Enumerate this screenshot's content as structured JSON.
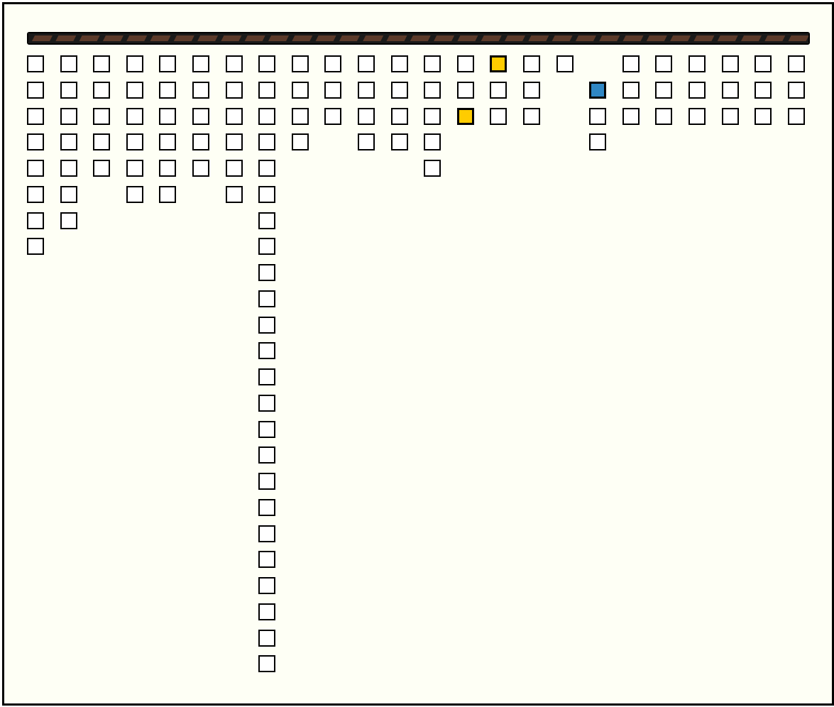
{
  "board": {
    "background_color": "#fefff5",
    "rail_color": "#5c3a2a",
    "column_heights": [
      8,
      7,
      5,
      6,
      6,
      5,
      6,
      24,
      4,
      3,
      4,
      4,
      5,
      3,
      3,
      3,
      1,
      3,
      3,
      3,
      3,
      3,
      3,
      3
    ],
    "highlighted_cells": [
      {
        "column": 15,
        "row": 1,
        "color": "#ffcc00"
      },
      {
        "column": 14,
        "row": 3,
        "color": "#ffcc00"
      },
      {
        "column": 18,
        "row": 2,
        "color": "#2f86c4"
      }
    ],
    "missing_cells": [
      {
        "column": 18,
        "row": 1
      }
    ]
  }
}
